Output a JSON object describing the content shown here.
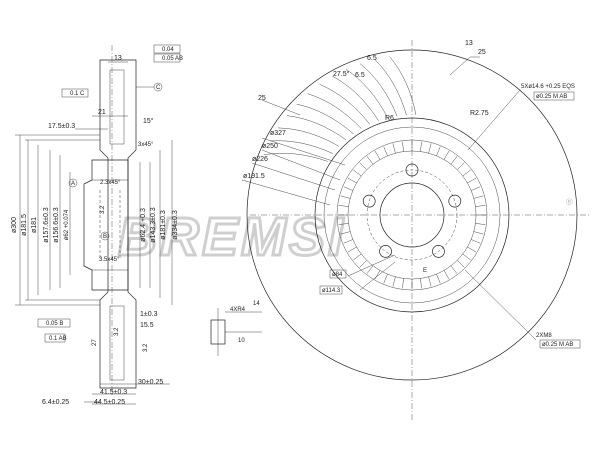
{
  "watermark": {
    "text": "BREMSI",
    "registered": "®"
  },
  "section_view": {
    "flatness_box": "0.04",
    "runout_box": "0.05 AB",
    "parallel_box": "0.1 C",
    "hub_flatness_box": "0.05 B",
    "hub_runout_box": "0.1 AB",
    "datum_a": "A",
    "datum_b": "B",
    "datum_c": "C",
    "dims": {
      "d13": "13",
      "d21": "21",
      "d17_5": "17.5±0.3",
      "d15deg": "15°",
      "d3x45": "3x45°",
      "d2_3x45": "2.3x45°",
      "d3_5x45": "3.5x45°",
      "d1_0_3": "1±0.3",
      "d15_5": "15.5",
      "d27": "27",
      "d30": "30±0.25",
      "d41_5": "41.5±0.3",
      "d44_5": "44.5±0.25",
      "d6_4": "6.4±0.25",
      "d3_2a": "3.2",
      "d3_2b": "3.2",
      "d3_2c": "3.2",
      "dia300": "ø300",
      "dia181_5": "ø181.5",
      "dia181": "ø181",
      "dia157_6": "ø157.6±0.3",
      "dia156_6": "ø156.6±0.3",
      "dia62": "ø62 +0.074",
      "dia62_4": "ø62.4 +0.3",
      "dia143": "ø143.3±0.3",
      "dia181_0": "ø181±0.3",
      "dia334": "ø334±0.3"
    }
  },
  "detail_view": {
    "label": "4XR4",
    "dim14": "14",
    "dim10": "10"
  },
  "front_view": {
    "dims": {
      "d13": "13",
      "d25a": "25",
      "d25b": "25",
      "d6_5a": "6.5",
      "d6_5b": "6.5",
      "d27_5": "27.5°",
      "r2_75": "R2.75",
      "r6": "R6",
      "dia327": "ø327",
      "dia250": "ø250",
      "dia226": "ø226",
      "dia191_5": "ø191.5",
      "dia84": "ø84",
      "dia114_3": "ø114.3",
      "label_e": "E"
    },
    "holes_callout": "5Xø14.6 +0.25 EQS",
    "holes_tol": "ø0.25 M AB",
    "threads_callout": "2XM8",
    "threads_tol": "ø0.25 M AB"
  }
}
